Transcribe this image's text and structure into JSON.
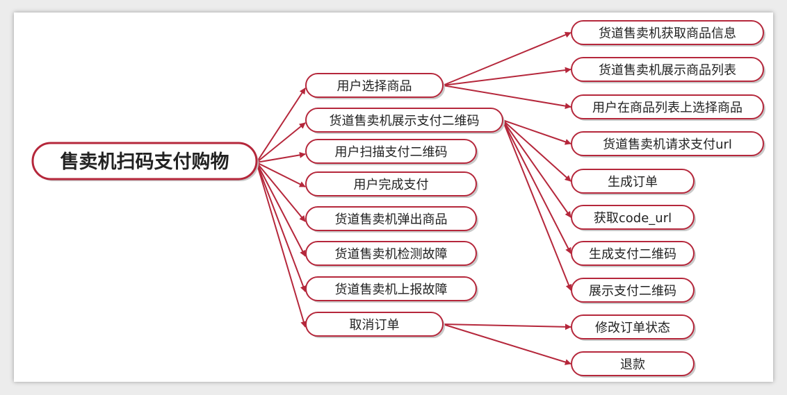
{
  "colors": {
    "accent": "#b5273b",
    "node_fill": "#ffffff",
    "text": "#222222",
    "background": "#ffffff"
  },
  "root": {
    "label": "售卖机扫码支付购物"
  },
  "branches": [
    {
      "label": "用户选择商品",
      "children": [
        "货道售卖机获取商品信息",
        "货道售卖机展示商品列表",
        "用户在商品列表上选择商品"
      ]
    },
    {
      "label": "货道售卖机展示支付二维码",
      "children": [
        "货道售卖机请求支付url",
        "生成订单",
        "获取code_url",
        "生成支付二维码",
        "展示支付二维码"
      ]
    },
    {
      "label": "用户扫描支付二维码",
      "children": []
    },
    {
      "label": "用户完成支付",
      "children": []
    },
    {
      "label": "货道售卖机弹出商品",
      "children": []
    },
    {
      "label": "货道售卖机检测故障",
      "children": []
    },
    {
      "label": "货道售卖机上报故障",
      "children": []
    },
    {
      "label": "取消订单",
      "children": [
        "修改订单状态",
        "退款"
      ]
    }
  ]
}
